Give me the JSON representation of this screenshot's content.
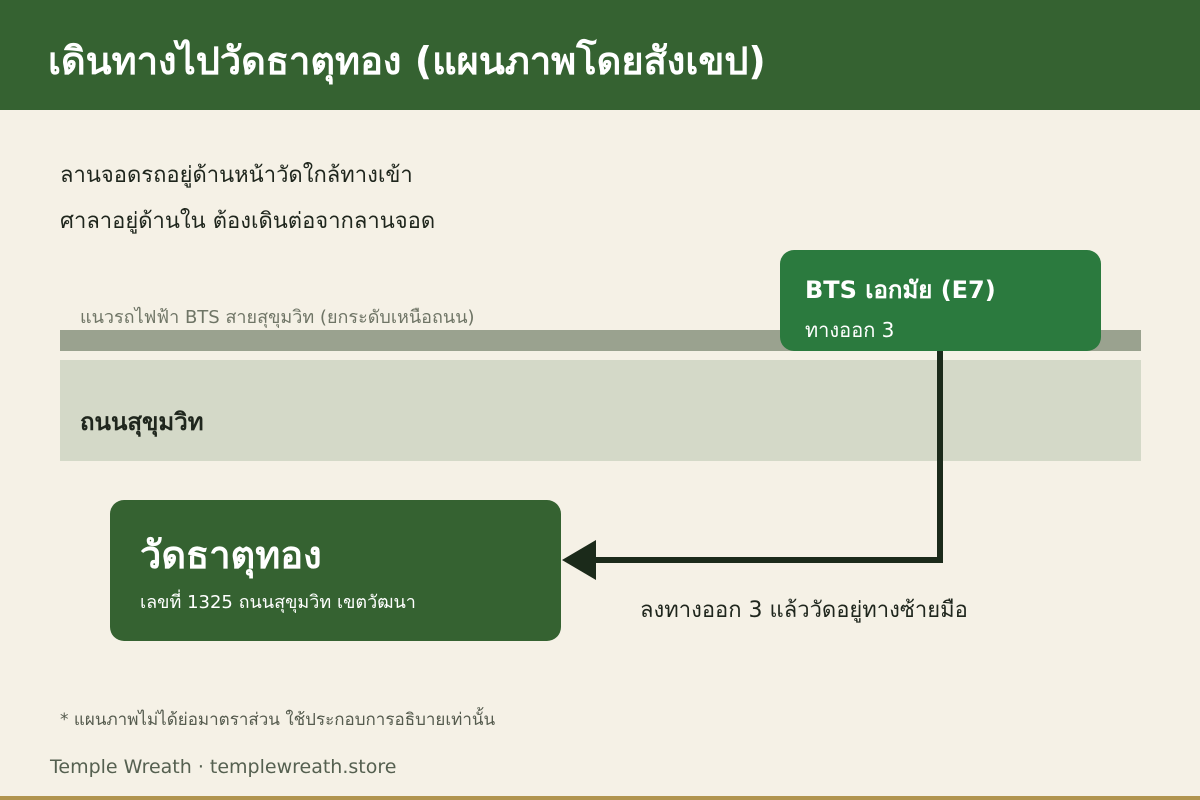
{
  "header": {
    "title": "เดินทางไปวัดธาตุทอง (แผนภาพโดยสังเขป)"
  },
  "intro": {
    "line1": "ลานจอดรถอยู่ด้านหน้าวัดใกล้ทางเข้า",
    "line2": "ศาลาอยู่ด้านใน ต้องเดินต่อจากลานจอด"
  },
  "map": {
    "skytrain_label": "แนวรถไฟฟ้า BTS สายสุขุมวิท (ยกระดับเหนือถนน)",
    "road_label": "ถนนสุขุมวิท",
    "bts_station": {
      "name": "BTS เอกมัย (E7)",
      "exit": "ทางออก 3"
    },
    "temple": {
      "name": "วัดธาตุทอง",
      "address": "เลขที่ 1325 ถนนสุขุมวิท เขตวัฒนา"
    },
    "route_note": "ลงทางออก 3 แล้ววัดอยู่ทางซ้ายมือ"
  },
  "footnote": "* แผนภาพไม่ได้ย่อมาตราส่วน ใช้ประกอบการอธิบายเท่านั้น",
  "footer": {
    "brand": "Temple Wreath · templewreath.store"
  },
  "colors": {
    "header_bg": "#356231",
    "background": "#f5f1e6",
    "bts_box": "#2b7a3e",
    "temple_box": "#356231",
    "road": "#d4d9c8",
    "skytrain": "#9aa28f",
    "route_line": "#1b2a1a",
    "bottom_bar": "#b0944f"
  }
}
